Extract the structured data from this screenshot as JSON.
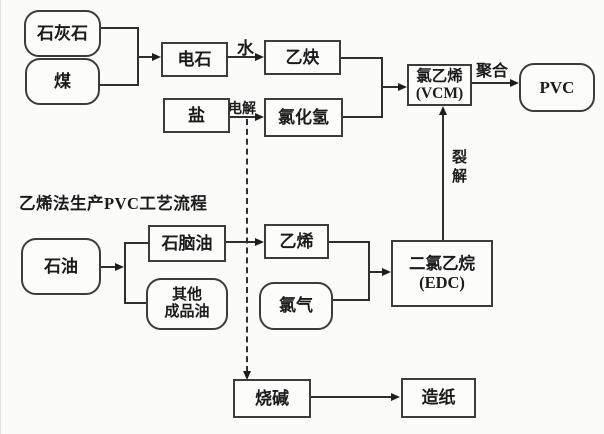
{
  "title": "乙烯法生产PVC工艺流程",
  "nodes": {
    "limestone": "石灰石",
    "coal": "煤",
    "carbide": "电石",
    "acetylene": "乙炔",
    "salt": "盐",
    "hydrogen_chloride": "氯化氢",
    "vcm": "氯乙烯\n(VCM)",
    "pvc": "PVC",
    "petroleum": "石油",
    "naphtha": "石脑油",
    "other_refined_oil": "其他\n成品油",
    "ethylene": "乙烯",
    "chlorine_gas": "氯气",
    "edc": "二氯乙烷\n(EDC)",
    "caustic_soda": "烧碱",
    "papermaking": "造纸"
  },
  "edge_labels": {
    "water": "水",
    "electrolysis": "电解",
    "polymerization": "聚合",
    "cracking": "裂解"
  },
  "colors": {
    "line": "#2f2f2f",
    "box_border": "#3c3c3c",
    "background": "#fbfbfa",
    "text": "#1b1b1b"
  }
}
